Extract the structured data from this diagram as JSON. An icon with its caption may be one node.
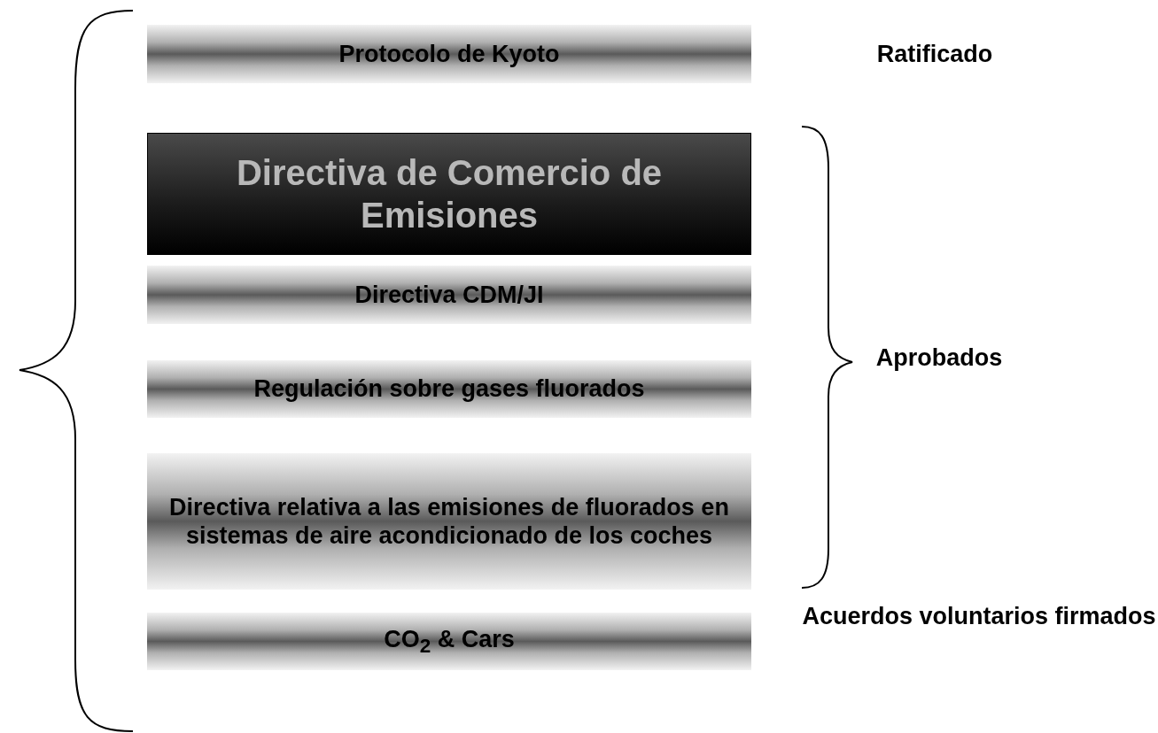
{
  "diagram": {
    "nodes": [
      {
        "text": [
          "Protocolo de Kyoto"
        ]
      },
      {
        "text": [
          "Directiva de Comercio de Emisiones"
        ]
      },
      {
        "text": [
          "Directiva CDM/JI"
        ]
      },
      {
        "text": [
          "Regulación sobre gases fluorados"
        ]
      },
      {
        "text": [
          "Directiva relativa a las emisiones de fluorados en sistemas de aire acondicionado de los coches"
        ]
      },
      {
        "text": [
          "CO$_{2}$ & Cars"
        ]
      }
    ],
    "labels": [
      "Ratificado",
      "Aprobados",
      "Acuerdos voluntarios firmados"
    ]
  }
}
